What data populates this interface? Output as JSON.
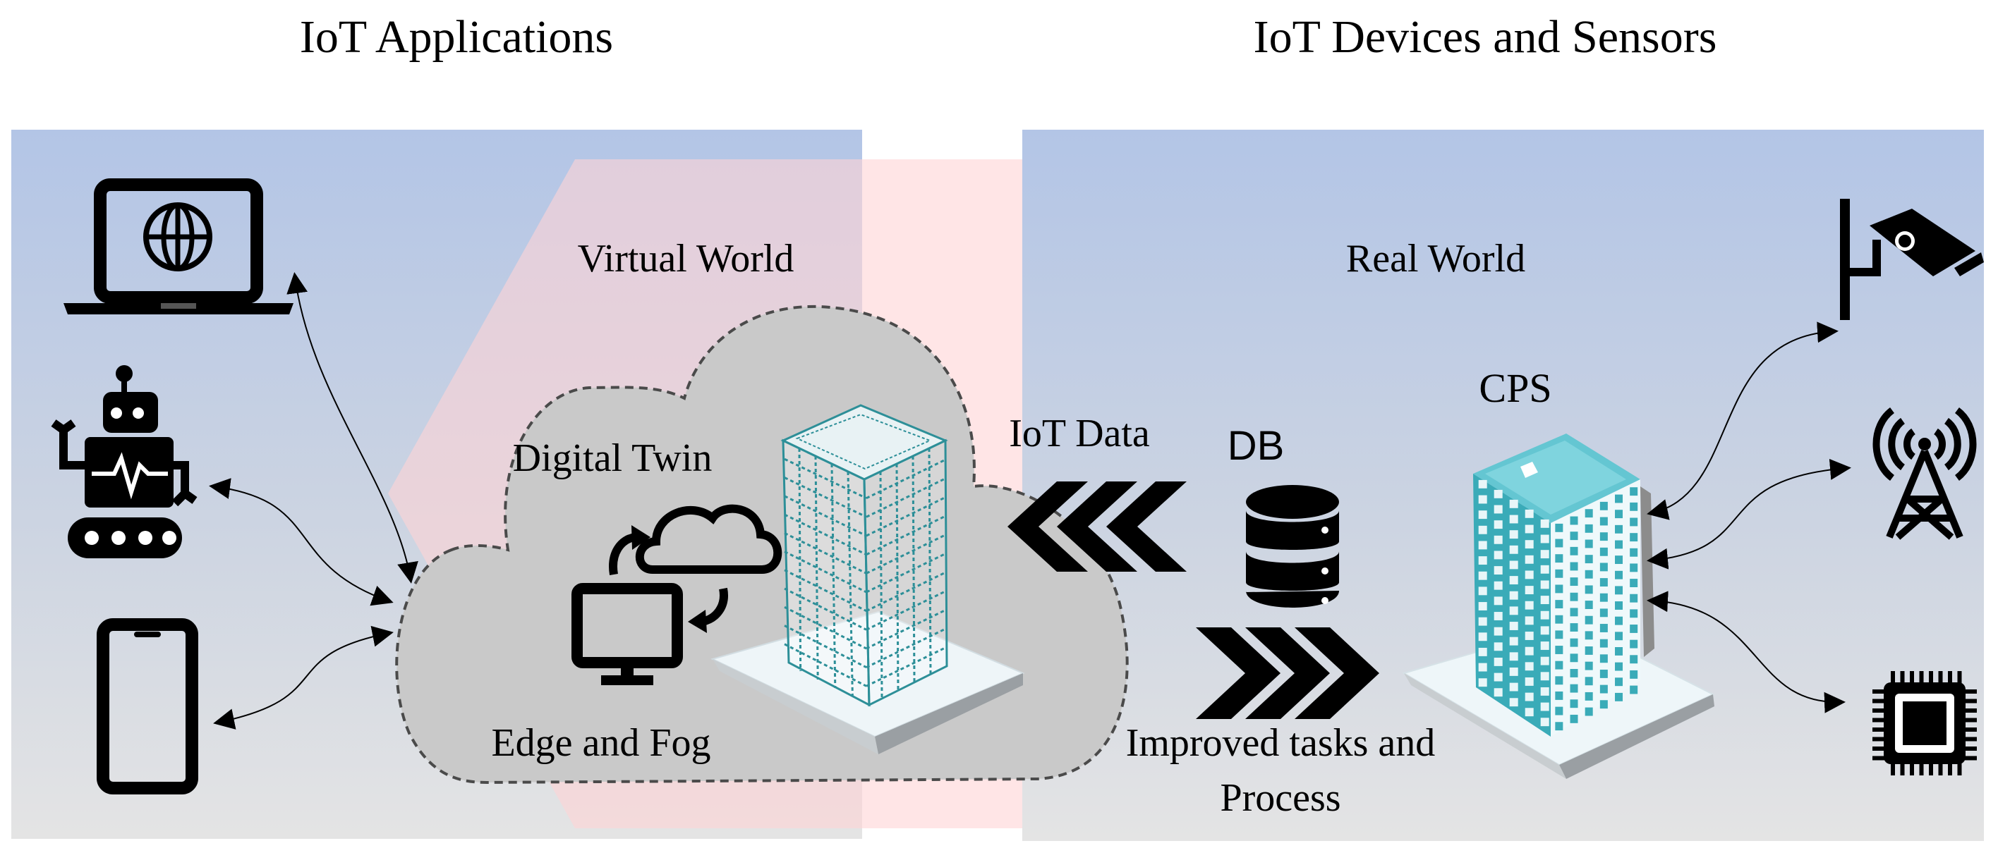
{
  "headings": {
    "left": "IoT Applications",
    "right": "IoT Devices and Sensors"
  },
  "regions": {
    "virtual": "Virtual World",
    "real": "Real World"
  },
  "labels": {
    "digital_twin": "Digital Twin",
    "edge_fog": "Edge and Fog",
    "iot_data": "IoT Data",
    "db": "DB",
    "cps": "CPS",
    "improved_line1": "Improved tasks and",
    "improved_line2": "Process"
  },
  "icons": {
    "applications": [
      "laptop-globe-icon",
      "robot-icon",
      "smartphone-icon"
    ],
    "sensors": [
      "cctv-camera-icon",
      "antenna-tower-icon",
      "microchip-icon"
    ],
    "cloud_sync": "cloud-sync-monitor-icon",
    "database": "database-icon",
    "twin_building": "wireframe-building-icon",
    "real_building": "building-icon"
  },
  "colors": {
    "panel_top": "#b4c6e6",
    "panel_bottom": "#e4e4e4",
    "pink_band": "#ffd6d8",
    "cloud_fill": "#c8c8c8",
    "building_teal": "#3aabb8",
    "twin_teal": "#2d8f98"
  }
}
